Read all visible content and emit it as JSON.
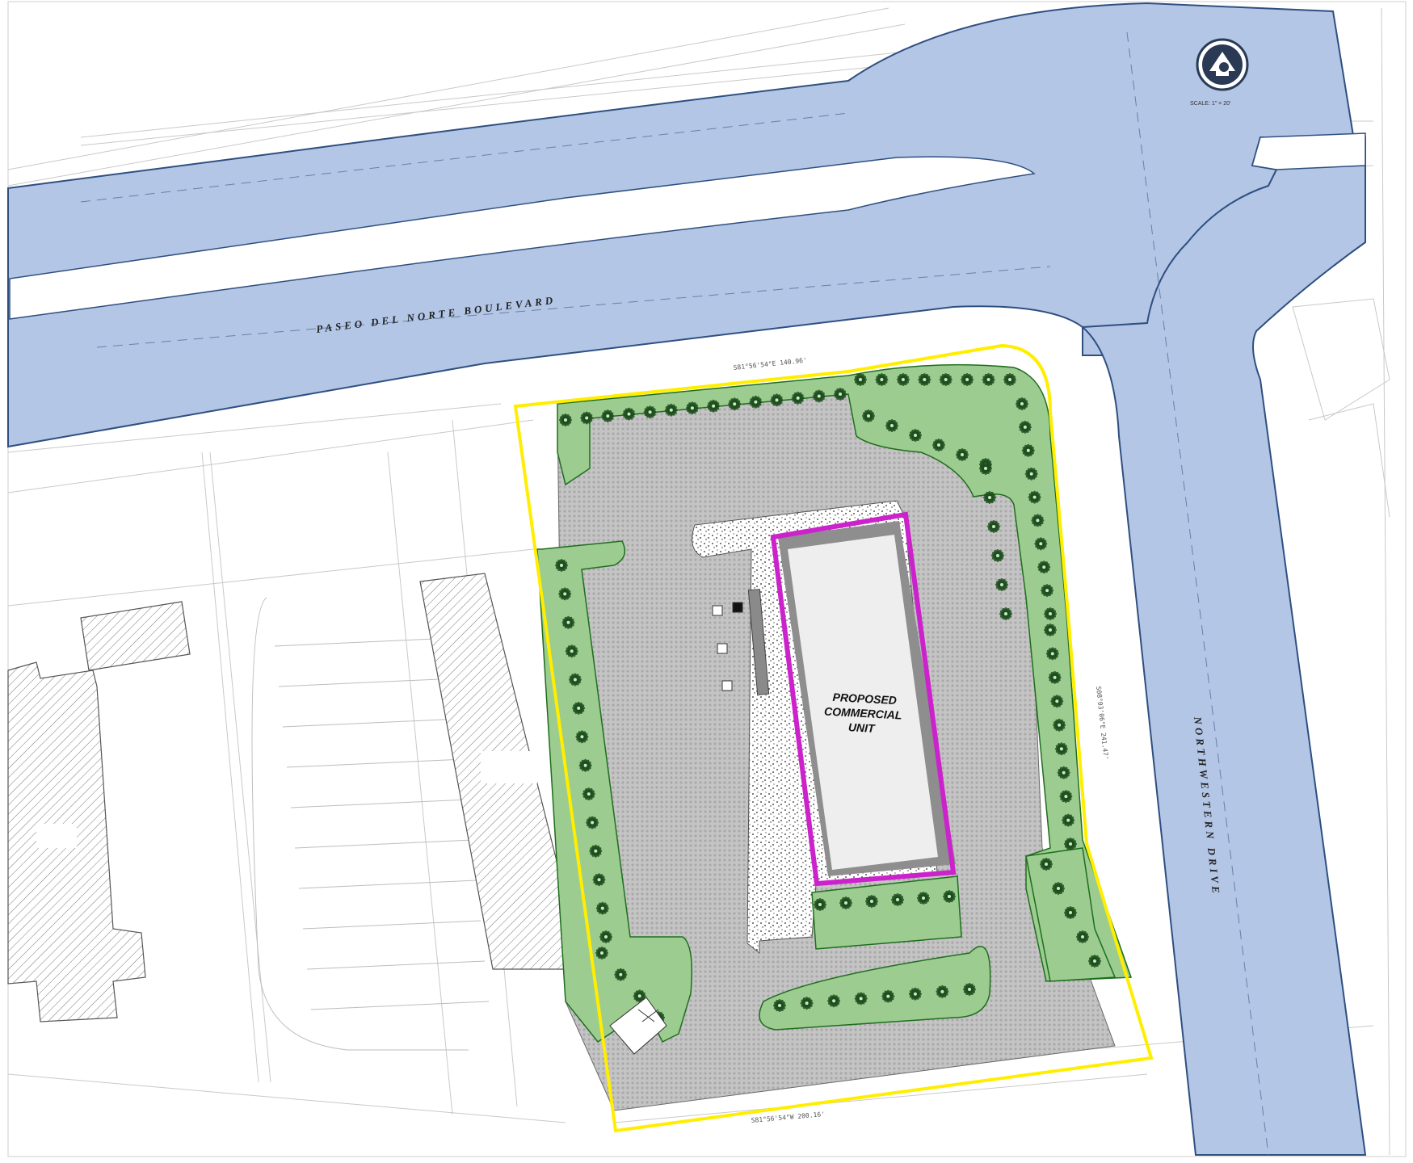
{
  "roads": {
    "paseo": {
      "name": "PASEO DEL NORTE BOULEVARD"
    },
    "northwestern": {
      "name": "NORTHWESTERN DRIVE"
    }
  },
  "building": {
    "label_lines": [
      "PROPOSED",
      "COMMERCIAL",
      "UNIT"
    ]
  },
  "scale": {
    "text": "SCALE: 1\" = 20'"
  },
  "bearings": {
    "north": "S81°56'54\"E 140.96'",
    "south": "S81°56'54\"W 200.16'",
    "east": "S08°03'06\"E 241.47'"
  },
  "colors": {
    "road_fill": "#b3c6e6",
    "road_outline": "#2f4f80",
    "site_boundary": "#ffee00",
    "building_outline": "#cc22cc",
    "landscape_fill": "#9ccc90",
    "landscape_outline": "#1e6e1e",
    "tree": "#1d4f1d",
    "paving": "#bdbdbd"
  }
}
